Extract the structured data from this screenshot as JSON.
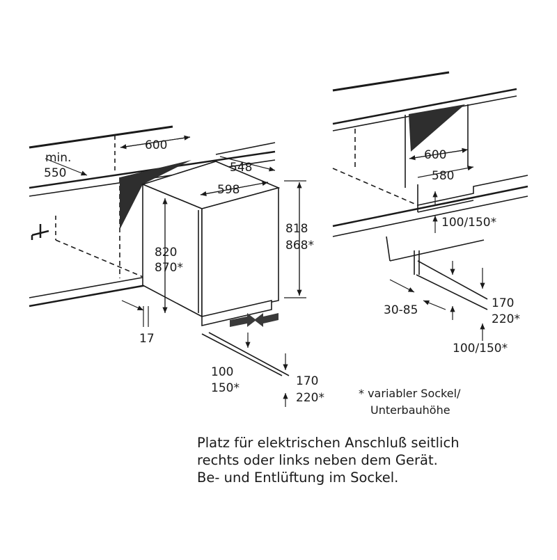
{
  "left_view": {
    "min_label": "min.",
    "min_value": "550",
    "niche_width": "600",
    "depth": "548",
    "width": "598",
    "height_a": "820",
    "height_b": "870*",
    "height_total_a": "818",
    "height_total_b": "868*",
    "offset_17": "17",
    "base_100": "100",
    "base_150": "150*",
    "base_170": "170",
    "base_220": "220*"
  },
  "right_view": {
    "top_600": "600",
    "top_580": "580",
    "vent_top": "100/150*",
    "range": "30-85",
    "base_170": "170",
    "base_220": "220*",
    "vent_bottom": "100/150*"
  },
  "footnote": {
    "line1": "* variabler Sockel/",
    "line2": "Unterbauhöhe"
  },
  "caption": {
    "line1": "Platz für elektrischen Anschluß seitlich",
    "line2": "rechts oder links neben dem Gerät.",
    "line3": "Be- und Entlüftung im Sockel."
  }
}
